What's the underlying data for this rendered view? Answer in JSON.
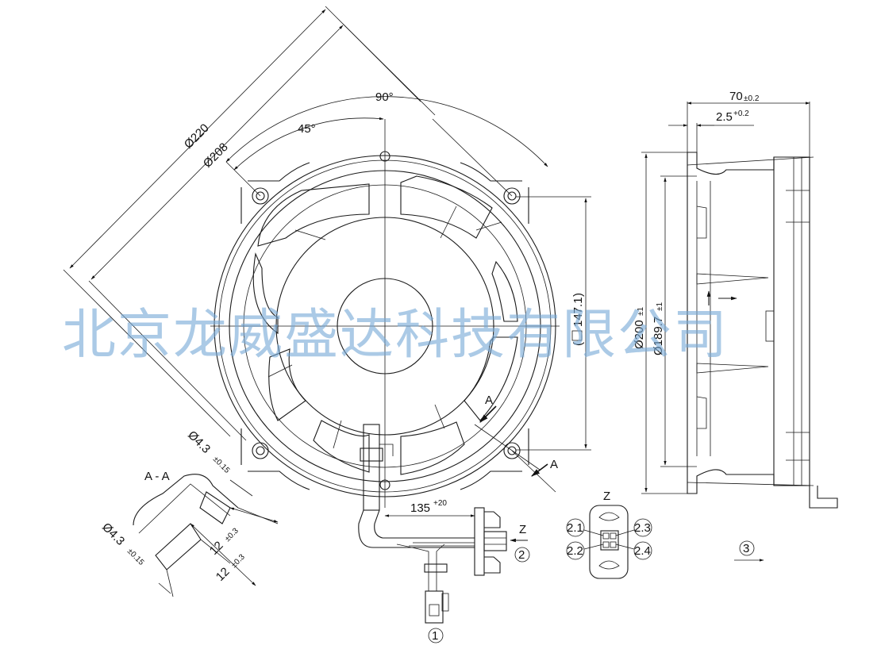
{
  "watermark": "北京龙威盛达科技有限公司",
  "front_view": {
    "dim_outer": "Ø220",
    "dim_inner": "Ø208",
    "angle_90": "90°",
    "angle_45": "45°",
    "square_label": "147.1",
    "section_mark": "A"
  },
  "section_aa": {
    "title": "A - A",
    "hole_top": "Ø4.3",
    "hole_top_tol": "±0.15",
    "hole_bottom": "Ø4.3",
    "hole_bottom_tol": "±0.15",
    "depth_1": "12",
    "depth_1_tol": "±0.3",
    "depth_2": "12",
    "depth_2_tol": "±0.3"
  },
  "cable": {
    "length": "135",
    "length_tol": "+20",
    "view_arrow": "Z",
    "ref_connector": "①",
    "ref_pins": "②"
  },
  "view_z": {
    "title": "Z",
    "pins": [
      "2.1",
      "2.2",
      "2.3",
      "2.4"
    ]
  },
  "side_view": {
    "depth": "70",
    "depth_tol": "±0.2",
    "flange": "2.5",
    "flange_tol": "+0.2",
    "dia_200": "Ø200",
    "dia_200_tol": "±1",
    "dia_189": "Ø189.7",
    "dia_189_tol": "±1",
    "ref_airflow": "③"
  },
  "colors": {
    "line": "#1a1a1a",
    "watermark": "#78aad7"
  }
}
